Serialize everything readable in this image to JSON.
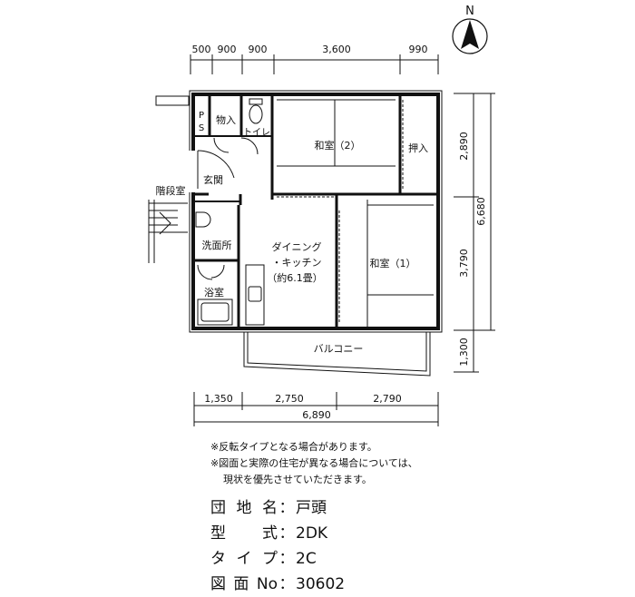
{
  "compass": {
    "label": "N"
  },
  "dimensions": {
    "top": [
      "500",
      "900",
      "900",
      "3,600",
      "990"
    ],
    "right": [
      "2,890",
      "3,790",
      "1,300"
    ],
    "right_total": "6,680",
    "bottom": [
      "1,350",
      "2,750",
      "2,790"
    ],
    "bottom_total": "6,890"
  },
  "rooms": {
    "ps_p": "P",
    "ps_s": "S",
    "storage": "物入",
    "toilet": "トイレ",
    "washitsu2": "和室（2）",
    "oshiire": "押入",
    "genkan": "玄関",
    "stairs": "階段室",
    "washroom": "洗面所",
    "bath": "浴室",
    "dk_line1": "ダイニング",
    "dk_line2": "・キッチン",
    "dk_line3": "（約6.1畳）",
    "washitsu1": "和室（1）",
    "balcony": "バルコニー"
  },
  "notes": [
    "※反転タイプとなる場合があります。",
    "※図面と実際の住宅が異なる場合については、",
    "現状を優先させていただきます。"
  ],
  "info": {
    "estate_label": "団地名",
    "estate_value": "戸頭",
    "model_label": "型　式",
    "model_value": "2DK",
    "type_label": "タイプ",
    "type_value": "2C",
    "drawing_label": "図面No",
    "drawing_value": "30602",
    "separator": "："
  }
}
